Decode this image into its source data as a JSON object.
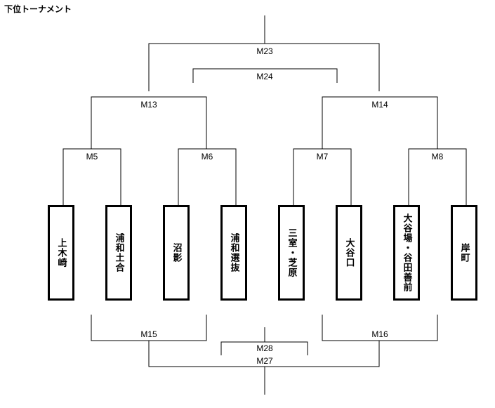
{
  "title": "下位トーナメント",
  "teams": [
    "上木崎",
    "浦和土合",
    "沼影",
    "浦和選抜",
    "三室・芝原",
    "大谷口",
    "大谷場・谷田善前",
    "岸町"
  ],
  "matches": {
    "M5": "M5",
    "M6": "M6",
    "M7": "M7",
    "M8": "M8",
    "M13": "M13",
    "M14": "M14",
    "M23": "M23",
    "M24": "M24",
    "M15": "M15",
    "M16": "M16",
    "M27": "M27",
    "M28": "M28"
  }
}
